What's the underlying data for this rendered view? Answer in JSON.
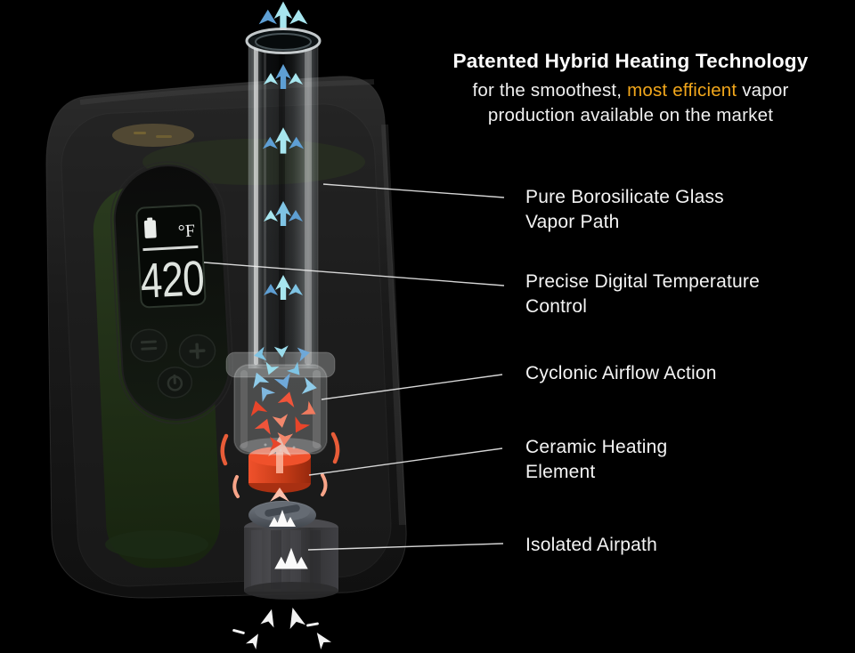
{
  "header": {
    "title": "Patented Hybrid Heating Technology",
    "subtitle_pre": "for the smoothest,",
    "subtitle_highlight": "most efficient",
    "subtitle_post": "vapor production available on the market"
  },
  "callouts": [
    {
      "id": "vapor-path",
      "lines": [
        "Pure Borosilicate Glass",
        "Vapor Path"
      ]
    },
    {
      "id": "temperature-control",
      "lines": [
        "Precise Digital Temperature",
        "Control"
      ]
    },
    {
      "id": "cyclonic-airflow",
      "lines": [
        "Cyclonic Airflow Action"
      ]
    },
    {
      "id": "ceramic-heater",
      "lines": [
        "Ceramic Heating",
        "Element"
      ]
    },
    {
      "id": "isolated-airpath",
      "lines": [
        "Isolated Airpath"
      ]
    }
  ],
  "device": {
    "display": {
      "temperature": "420",
      "unit": "°F",
      "battery_icon": "battery-icon"
    },
    "buttons": [
      {
        "icon": "minus-icon"
      },
      {
        "icon": "plus-icon"
      },
      {
        "icon": "power-icon"
      }
    ]
  },
  "icons": {
    "battery_icon": "▮",
    "minus_icon": "=",
    "plus_icon": "+",
    "power_icon": "⏻",
    "airflow_arrow_icon": "▲",
    "intake_arrow_icon": "▲"
  },
  "colors": {
    "background": "#000000",
    "text": "#FFFFFF",
    "accent_orange": "#F2A71B",
    "airflow_cool_light": "#A7E6EF",
    "airflow_cool_dark": "#5E9FD4",
    "airflow_hot": "#E8452A",
    "airflow_hot_light": "#F2876C",
    "heater_red": "#DD3E16",
    "display_digits": "#DFE4DF"
  }
}
